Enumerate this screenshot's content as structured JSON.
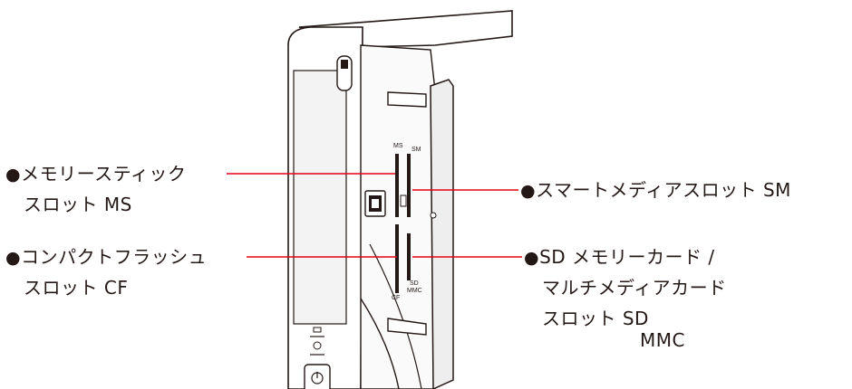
{
  "callouts": {
    "ms": {
      "bullet": "●",
      "line1": "メモリースティック",
      "line2": "スロット  MS"
    },
    "cf": {
      "bullet": "●",
      "line1": "コンパクトフラッシュ",
      "line2": "スロット  CF"
    },
    "sm": {
      "bullet": "●",
      "line1": "スマートメディアスロット  SM"
    },
    "sd": {
      "bullet": "●",
      "line1": "SD メモリーカード /",
      "line2": "マルチメディアカード",
      "line3": "スロット  SD",
      "line4": "MMC"
    }
  },
  "slot_labels": {
    "ms": "MS",
    "sm": "SM",
    "cf": "CF",
    "sd": "SD",
    "mmc": "MMC"
  },
  "colors": {
    "leader_line": "#e60012",
    "outline": "#231815",
    "panel_shade": "#efefef"
  },
  "icons": [
    "lock-icon",
    "usb-port-icon",
    "disk-activity-icon",
    "power-indicator-icon",
    "power-button-icon"
  ]
}
